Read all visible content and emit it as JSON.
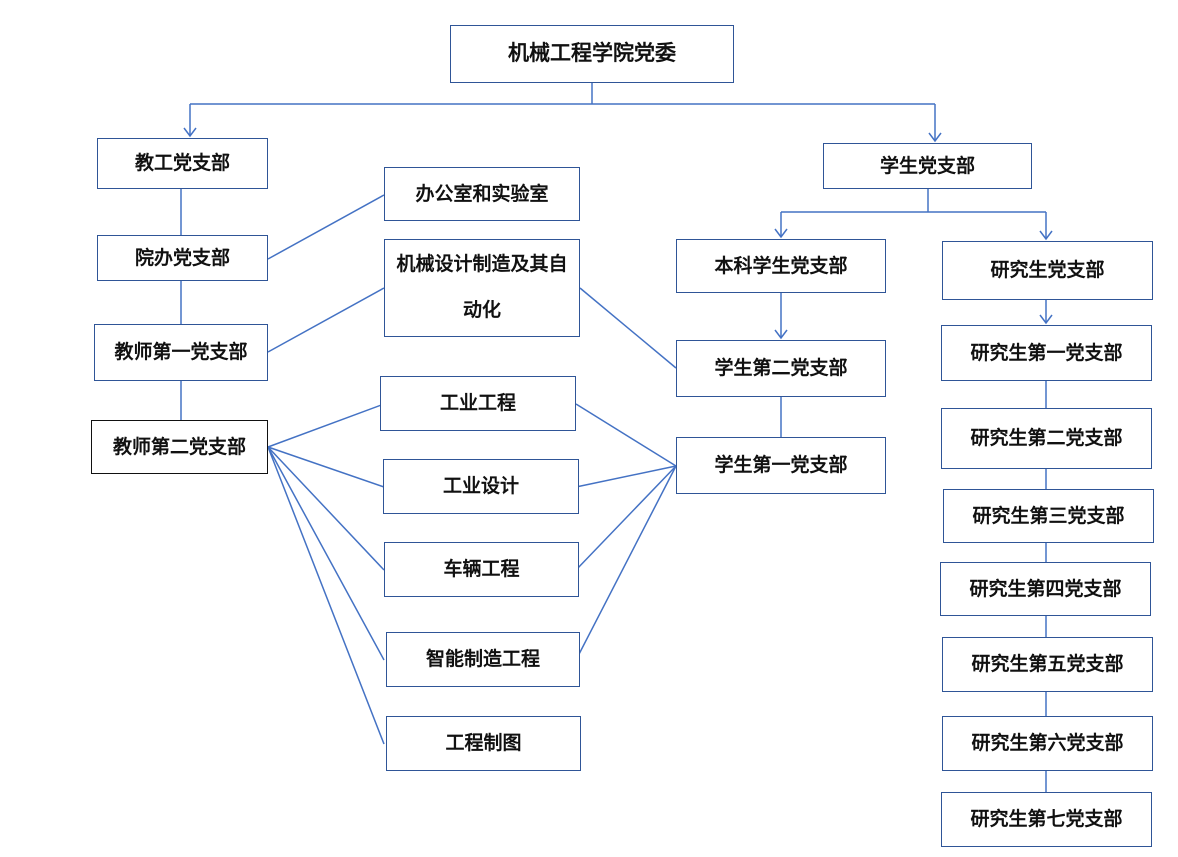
{
  "diagram": {
    "root": "机械工程学院党委",
    "faculty_branch": "教工党支部",
    "student_branch": "学生党支部",
    "faculty": {
      "office_branch": "院办党支部",
      "teacher_branch_1": "教师第一党支部",
      "teacher_branch_2": "教师第二党支部"
    },
    "departments": {
      "office_lab": "办公室和实验室",
      "mech_design": "机械设计制造及其自动化",
      "industrial_eng": "工业工程",
      "industrial_design": "工业设计",
      "vehicle_eng": "车辆工程",
      "intelligent_mfg": "智能制造工程",
      "eng_drawing": "工程制图"
    },
    "undergrad": {
      "title": "本科学生党支部",
      "branch_2": "学生第二党支部",
      "branch_1": "学生第一党支部"
    },
    "graduate": {
      "title": "研究生党支部",
      "branches": [
        "研究生第一党支部",
        "研究生第二党支部",
        "研究生第三党支部",
        "研究生第四党支部",
        "研究生第五党支部",
        "研究生第六党支部",
        "研究生第七党支部"
      ]
    }
  },
  "colors": {
    "line": "#4472c4",
    "box_border": "#2f5597",
    "text": "#111111"
  }
}
